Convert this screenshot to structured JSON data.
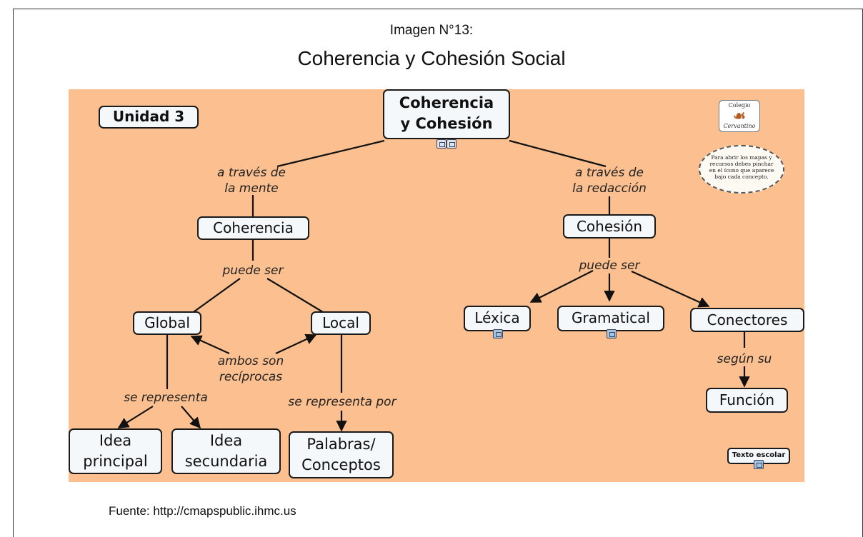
{
  "header": {
    "image_number": "Imagen N°13:",
    "title": "Coherencia y Cohesión Social"
  },
  "footer": {
    "source": "Fuente: http://cmapspublic.ihmc.us"
  },
  "concept_map": {
    "background_color": "#fcc090",
    "unit_label": "Unidad 3",
    "root": {
      "line1": "Coherencia",
      "line2": "y Cohesión"
    },
    "left_link": {
      "line1": "a través de",
      "line2": "la mente"
    },
    "right_link": {
      "line1": "a través de",
      "line2": "la redacción"
    },
    "coherencia": "Coherencia",
    "cohesion": "Cohesión",
    "coherencia_link": "puede ser",
    "cohesion_link": "puede ser",
    "global": "Global",
    "local": "Local",
    "reciprocal_link": {
      "line1": "ambos son",
      "line2": "recíprocas"
    },
    "global_link": "se representa",
    "local_link": "se representa por",
    "idea_principal": {
      "line1": "Idea",
      "line2": "principal"
    },
    "idea_secundaria": {
      "line1": "Idea",
      "line2": "secundaria"
    },
    "palabras": {
      "line1": "Palabras/",
      "line2": "Conceptos"
    },
    "lexica": "Léxica",
    "gramatical": "Gramatical",
    "conectores": "Conectores",
    "conectores_link": "según su",
    "funcion": "Función",
    "texto_escolar": "Texto escolar",
    "logo": {
      "top": "Colegio",
      "bottom": "Cervantino"
    },
    "note": "Para abrir los mapas y recursos debes pinchar en el ícono que aparece bajo cada concepto."
  }
}
